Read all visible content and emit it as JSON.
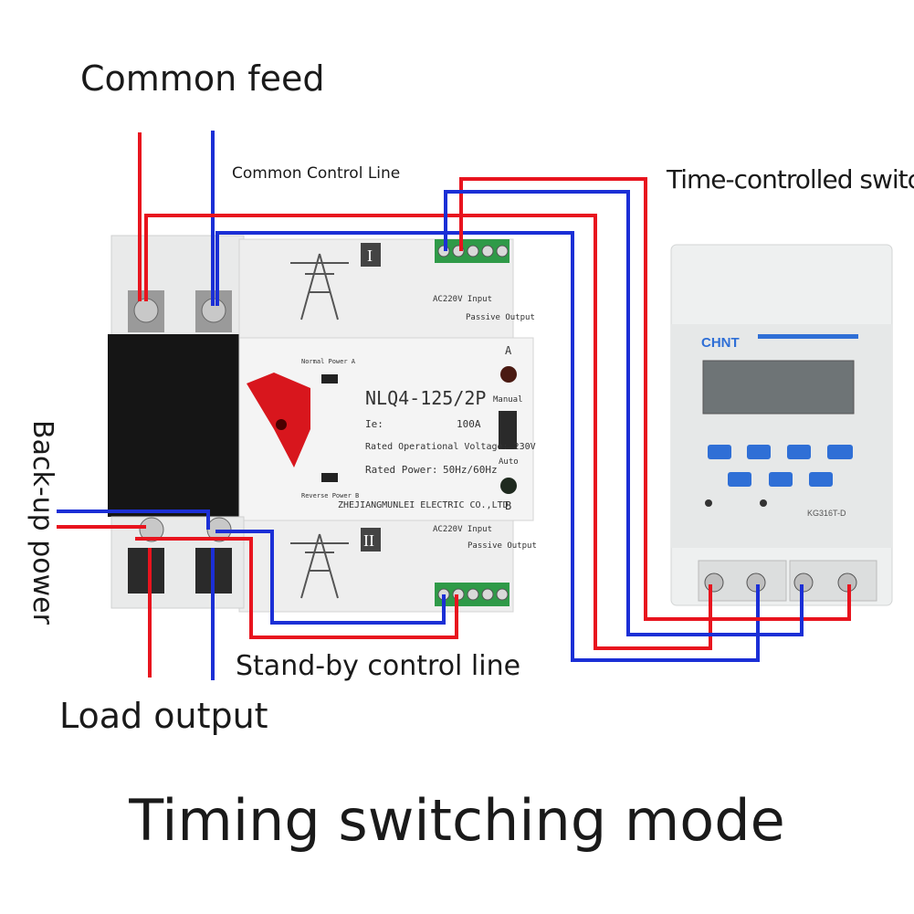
{
  "title": "Timing switching mode",
  "labels": {
    "common_feed": "Common feed",
    "common_control_line": "Common Control Line",
    "time_controlled_switch": "Time-controlled switch",
    "backup_power": "Back-up power",
    "standby_control_line": "Stand-by control line",
    "load_output": "Load output"
  },
  "ats": {
    "model": "NLQ4-125/2P",
    "ie_label": "Ie:",
    "ie_value": "100A",
    "voltage": "Rated Operational Voltage: 230V",
    "power": "Rated Power:",
    "freq": "50Hz/60Hz",
    "maker": "ZHEJIANGMUNLEI ELECTRIC CO.,LTD",
    "input_top": "AC220V Input",
    "output_top": "Passive Output",
    "input_bottom": "AC220V Input",
    "output_bottom": "Passive Output",
    "mark_a": "A",
    "mark_b": "B",
    "manual": "Manual",
    "auto": "Auto",
    "roman_1": "I",
    "roman_2": "II",
    "normal_power": "Normal Power A",
    "reverse_power": "Reverse Power B"
  },
  "timer": {
    "brand": "CHNT",
    "model": "KG316T-D"
  },
  "colors": {
    "live": "#e8141e",
    "neutral": "#1b2fd6",
    "device_body": "#eceded",
    "timer_button": "#2f6fd6",
    "knob": "#d8161d"
  }
}
